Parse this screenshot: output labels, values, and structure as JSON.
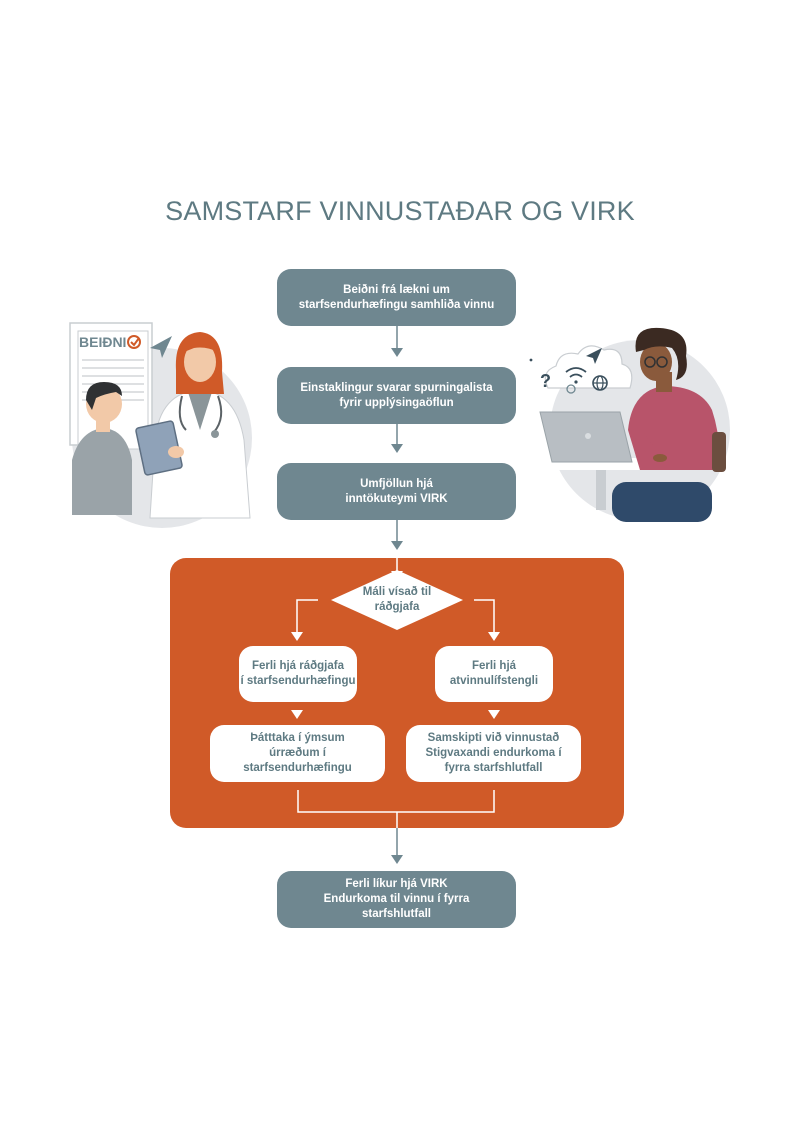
{
  "title": "SAMSTARF VINNUSTAÐAR OG VIRK",
  "steps": {
    "step1": "Beiðni frá lækni um\nstarfsendurhæfingu samhliða vinnu",
    "step2": "Einstaklingur svarar spurningalista\nfyrir upplýsingaöflun",
    "step3": "Umfjöllun hjá\ninntökuteymi VIRK",
    "decision": "Máli vísað til\nráðgjafa",
    "left1": "Ferli hjá ráðgjafa\ní starfsendurhæfingu",
    "left2": "Þátttaka í ýmsum\núrræðum í\nstarfsendurhæfingu",
    "right1": "Ferli hjá\natvinnulífstengli",
    "right2": "Samskipti við vinnustað\nStigvaxandi endurkoma í\nfyrra starfshlutfall",
    "final": "Ferli líkur hjá VIRK\nEndurkoma til vinnu í fyrra\nstarfshlutfall"
  },
  "illustrations": {
    "left_doc_label": "BEIÐNI"
  },
  "colors": {
    "slate": "#6f8790",
    "title": "#5e7a82",
    "orange": "#d05a28",
    "circle_bg": "#e4e6e9"
  }
}
